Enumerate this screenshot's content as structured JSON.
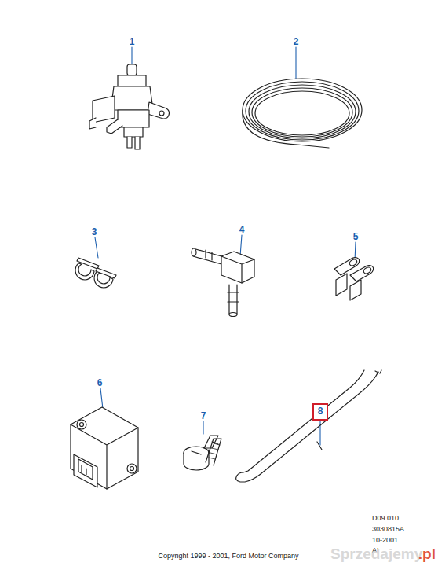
{
  "diagram": {
    "nodes": [
      {
        "text": [
          "8"
        ]
      }
    ],
    "labels": [
      "1",
      "2",
      "3",
      "4",
      "5",
      "6",
      "7",
      "D09.010",
      "3030815A",
      "10-2001",
      "AI",
      "Copyright 1999 - 2001, Ford Motor Company",
      "Sprzedajemy",
      ".pl"
    ]
  }
}
